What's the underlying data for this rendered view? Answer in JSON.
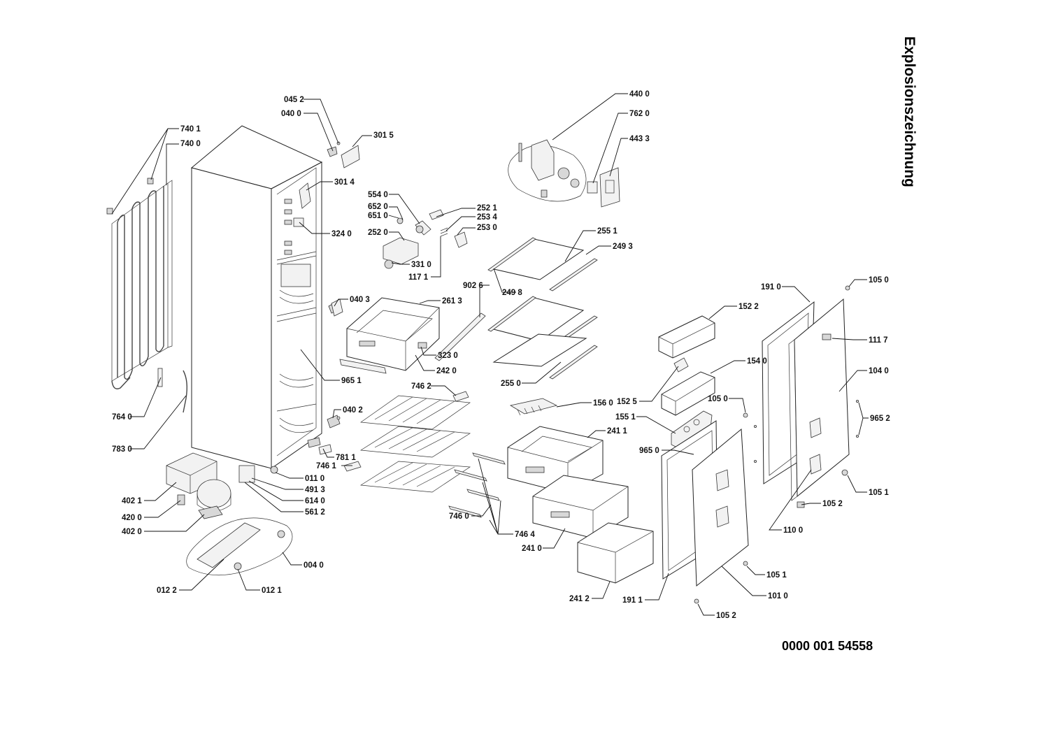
{
  "title": "Explosionszeichnung",
  "document_number": "0000 001 54558",
  "labels": [
    {
      "id": "l7401",
      "text": "740 1"
    },
    {
      "id": "l7400",
      "text": "740 0"
    },
    {
      "id": "l0452",
      "text": "045 2"
    },
    {
      "id": "l0400",
      "text": "040 0"
    },
    {
      "id": "l3015",
      "text": "301 5"
    },
    {
      "id": "l3014",
      "text": "301 4"
    },
    {
      "id": "l3240",
      "text": "324 0"
    },
    {
      "id": "l5540",
      "text": "554 0"
    },
    {
      "id": "l6520",
      "text": "652 0"
    },
    {
      "id": "l6510",
      "text": "651 0"
    },
    {
      "id": "l2520",
      "text": "252 0"
    },
    {
      "id": "l3310",
      "text": "331 0"
    },
    {
      "id": "l1171",
      "text": "117 1"
    },
    {
      "id": "l2521",
      "text": "252 1"
    },
    {
      "id": "l2534",
      "text": "253 4"
    },
    {
      "id": "l2530",
      "text": "253 0"
    },
    {
      "id": "l4400",
      "text": "440 0"
    },
    {
      "id": "l7620",
      "text": "762 0"
    },
    {
      "id": "l4433",
      "text": "443 3"
    },
    {
      "id": "l2551",
      "text": "255 1"
    },
    {
      "id": "l2493",
      "text": "249 3"
    },
    {
      "id": "l9026",
      "text": "902 6"
    },
    {
      "id": "l2498",
      "text": "249 8"
    },
    {
      "id": "l0403",
      "text": "040 3"
    },
    {
      "id": "l2613",
      "text": "261 3"
    },
    {
      "id": "l3230",
      "text": "323 0"
    },
    {
      "id": "l2420",
      "text": "242 0"
    },
    {
      "id": "l2550",
      "text": "255 0"
    },
    {
      "id": "l9651",
      "text": "965 1"
    },
    {
      "id": "l7640",
      "text": "764 0"
    },
    {
      "id": "l7830",
      "text": "783 0"
    },
    {
      "id": "l7462",
      "text": "746 2"
    },
    {
      "id": "l0402",
      "text": "040 2"
    },
    {
      "id": "l7811",
      "text": "781 1"
    },
    {
      "id": "l7461",
      "text": "746 1"
    },
    {
      "id": "l0110",
      "text": "011 0"
    },
    {
      "id": "l4913",
      "text": "491 3"
    },
    {
      "id": "l6140",
      "text": "614 0"
    },
    {
      "id": "l5612",
      "text": "561 2"
    },
    {
      "id": "l4021",
      "text": "402 1"
    },
    {
      "id": "l4200",
      "text": "420 0"
    },
    {
      "id": "l4020",
      "text": "402 0"
    },
    {
      "id": "l0040",
      "text": "004 0"
    },
    {
      "id": "l0122",
      "text": "012 2"
    },
    {
      "id": "l0121",
      "text": "012 1"
    },
    {
      "id": "l7460",
      "text": "746 0"
    },
    {
      "id": "l7464",
      "text": "746 4"
    },
    {
      "id": "l2410",
      "text": "241 0"
    },
    {
      "id": "l2412",
      "text": "241 2"
    },
    {
      "id": "l1560",
      "text": "156 0"
    },
    {
      "id": "l2411",
      "text": "241 1"
    },
    {
      "id": "l1522",
      "text": "152 2"
    },
    {
      "id": "l1540",
      "text": "154 0"
    },
    {
      "id": "l1525",
      "text": "152 5"
    },
    {
      "id": "l1551",
      "text": "155 1"
    },
    {
      "id": "l9650",
      "text": "965 0"
    },
    {
      "id": "l1911",
      "text": "191 1"
    },
    {
      "id": "l1010",
      "text": "101 0"
    },
    {
      "id": "l1052b",
      "text": "105 2"
    },
    {
      "id": "l1051b",
      "text": "105 1"
    },
    {
      "id": "l1910",
      "text": "191 0"
    },
    {
      "id": "l1050a",
      "text": "105 0"
    },
    {
      "id": "l1117",
      "text": "111 7"
    },
    {
      "id": "l1040",
      "text": "104 0"
    },
    {
      "id": "l1050b",
      "text": "105 0"
    },
    {
      "id": "l9652",
      "text": "965 2"
    },
    {
      "id": "l1051a",
      "text": "105 1"
    },
    {
      "id": "l1052a",
      "text": "105 2"
    },
    {
      "id": "l1100",
      "text": "110 0"
    }
  ]
}
